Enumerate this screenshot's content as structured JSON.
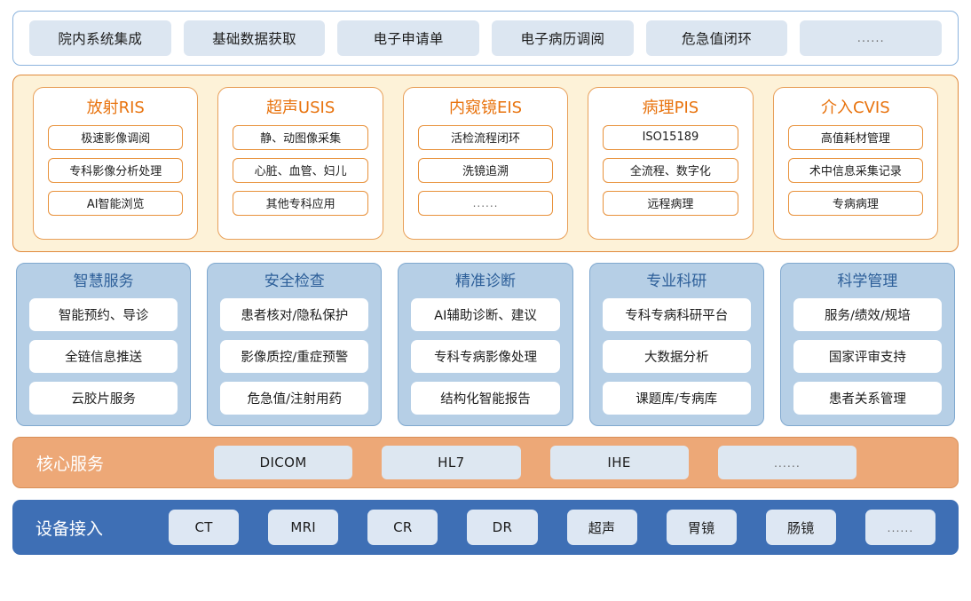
{
  "colors": {
    "integration_border": "#8cb4de",
    "integration_chip_bg": "#dce6f1",
    "specialty_panel_bg": "#fdf2d8",
    "specialty_border": "#e08a3c",
    "specialty_title": "#e8730e",
    "capability_card_bg": "#b6cfe6",
    "capability_title": "#2d5f99",
    "core_bar_bg": "#eda877",
    "device_bar_bg": "#3e6fb5"
  },
  "integration": {
    "chips": [
      {
        "label": "院内系统集成",
        "ellipsis": false
      },
      {
        "label": "基础数据获取",
        "ellipsis": false
      },
      {
        "label": "电子申请单",
        "ellipsis": false
      },
      {
        "label": "电子病历调阅",
        "ellipsis": false
      },
      {
        "label": "危急值闭环",
        "ellipsis": false
      },
      {
        "label": "......",
        "ellipsis": true
      }
    ]
  },
  "specialty": {
    "cards": [
      {
        "title": "放射RIS",
        "items": [
          {
            "label": "极速影像调阅",
            "ellipsis": false
          },
          {
            "label": "专科影像分析处理",
            "ellipsis": false
          },
          {
            "label": "AI智能浏览",
            "ellipsis": false
          }
        ]
      },
      {
        "title": "超声USIS",
        "items": [
          {
            "label": "静、动图像采集",
            "ellipsis": false
          },
          {
            "label": "心脏、血管、妇儿",
            "ellipsis": false
          },
          {
            "label": "其他专科应用",
            "ellipsis": false
          }
        ]
      },
      {
        "title": "内窥镜EIS",
        "items": [
          {
            "label": "活检流程闭环",
            "ellipsis": false
          },
          {
            "label": "洗镜追溯",
            "ellipsis": false
          },
          {
            "label": "......",
            "ellipsis": true
          }
        ]
      },
      {
        "title": "病理PIS",
        "items": [
          {
            "label": "ISO15189",
            "ellipsis": false
          },
          {
            "label": "全流程、数字化",
            "ellipsis": false
          },
          {
            "label": "远程病理",
            "ellipsis": false
          }
        ]
      },
      {
        "title": "介入CVIS",
        "items": [
          {
            "label": "高值耗材管理",
            "ellipsis": false
          },
          {
            "label": "术中信息采集记录",
            "ellipsis": false
          },
          {
            "label": "专病病理",
            "ellipsis": false
          }
        ]
      }
    ]
  },
  "capability": {
    "cards": [
      {
        "title": "智慧服务",
        "items": [
          "智能预约、导诊",
          "全链信息推送",
          "云胶片服务"
        ]
      },
      {
        "title": "安全检查",
        "items": [
          "患者核对/隐私保护",
          "影像质控/重症预警",
          "危急值/注射用药"
        ]
      },
      {
        "title": "精准诊断",
        "items": [
          "AI辅助诊断、建议",
          "专科专病影像处理",
          "结构化智能报告"
        ]
      },
      {
        "title": "专业科研",
        "items": [
          "专科专病科研平台",
          "大数据分析",
          "课题库/专病库"
        ]
      },
      {
        "title": "科学管理",
        "items": [
          "服务/绩效/规培",
          "国家评审支持",
          "患者关系管理"
        ]
      }
    ]
  },
  "core_services": {
    "label": "核心服务",
    "chips": [
      {
        "label": "DICOM",
        "ellipsis": false
      },
      {
        "label": "HL7",
        "ellipsis": false
      },
      {
        "label": "IHE",
        "ellipsis": false
      },
      {
        "label": "......",
        "ellipsis": true
      }
    ]
  },
  "device_access": {
    "label": "设备接入",
    "chips": [
      {
        "label": "CT",
        "ellipsis": false
      },
      {
        "label": "MRI",
        "ellipsis": false
      },
      {
        "label": "CR",
        "ellipsis": false
      },
      {
        "label": "DR",
        "ellipsis": false
      },
      {
        "label": "超声",
        "ellipsis": false
      },
      {
        "label": "胃镜",
        "ellipsis": false
      },
      {
        "label": "肠镜",
        "ellipsis": false
      },
      {
        "label": "......",
        "ellipsis": true
      }
    ]
  }
}
